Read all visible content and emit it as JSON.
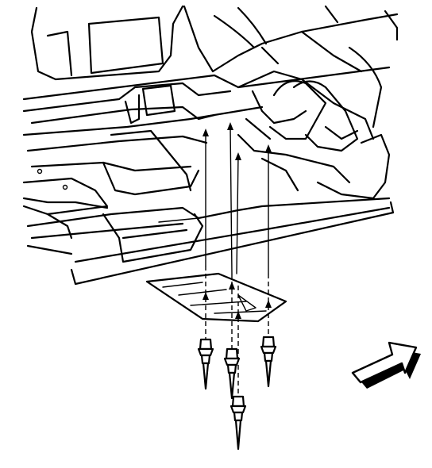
{
  "diagram": {
    "fasteners": [
      {
        "id": "fastener-left"
      },
      {
        "id": "fastener-center"
      },
      {
        "id": "fastener-right"
      },
      {
        "id": "fastener-lower"
      }
    ],
    "icons": {
      "direction_arrow": "front-direction-arrow-icon"
    }
  }
}
